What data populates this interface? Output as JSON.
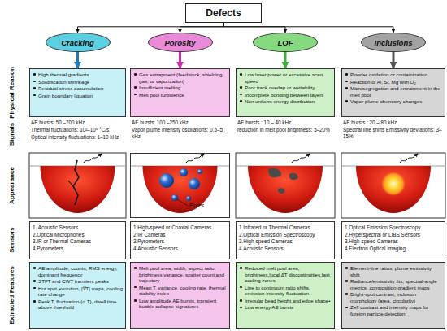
{
  "diagram": {
    "nodes": [
      {
        "text": [
          "Defects"
        ]
      },
      {
        "text": [
          "Cracking"
        ]
      },
      {
        "text": [
          "Porosity"
        ]
      },
      {
        "text": [
          "LOF"
        ]
      },
      {
        "text": [
          "Inclusions"
        ]
      },
      {
        "text": [
          "High thermal gradients",
          "Solidification shrinkage",
          "Residual stress accumulation",
          "Grain boundary liquation"
        ]
      },
      {
        "text": [
          "Gas entrapment (feedstock, shielding gas, or vaporization)",
          "Insufficient melting",
          "Melt pool turbulence"
        ]
      },
      {
        "text": [
          "Low laser power or excessive scan speed",
          "Poor track overlap or wettability",
          "Incomplete bonding between layers",
          "Non uniform energy distribution"
        ]
      },
      {
        "text": [
          "Powder oxidation or contamination",
          "Reaction of Al, Si, Mg with O₂",
          "Microsegregation and entrainment in the melt pool",
          "Vapor-plume chemistry changes"
        ]
      },
      {
        "text": [
          "Pores"
        ]
      },
      {
        "text": [
          "1. Acoustic Sensors",
          "2.Optical Microphones",
          "3.IR or Thermal Cameras",
          "4.Pyrometers"
        ]
      },
      {
        "text": [
          "1.High-speed or Coaxial Cameras",
          "2.IR Cameras",
          "3.Pyrometers",
          "4.Acoustic Sensors"
        ]
      },
      {
        "text": [
          "1.Infrared or Thermal Cameras",
          "2.Optical Emission Spectroscopy",
          "3.High-speed Cameras",
          "4.Acoustic Sensors"
        ]
      },
      {
        "text": [
          "1.Optical Emission Spectroscopy",
          "2.Hyperspectral or LIBS Sensors",
          "3.High-speed Cameras",
          "4.Electron Optical Imaging"
        ]
      },
      {
        "text": [
          "AE amplitude, counts, RMS energy, dominant frequency",
          "STFT and CWT transient peaks",
          "Hot spot evolution, |∇T| maps, cooling rate change",
          "Peak T, fluctuation (σ T), dwell time above threshold"
        ]
      },
      {
        "text": [
          "Melt pool area, width, aspect ratio, brightness variance, spatter count and trajectory",
          "Mean T, variance, cooling rate, thermal stability index",
          "Low amplitude AE bursts, transient bubble collapse signatures"
        ]
      },
      {
        "text": [
          "Reduced melt pool area, brightness,local ΔT discontinuities,fast cooling zones",
          "Line to continuum ratio shifts, emission-intensity fluctuation",
          "Irregular bead height and edge shape•",
          "Low energy AE bursts"
        ]
      },
      {
        "text": [
          "Element-line ratios, plume emissivity shift",
          "Radiance/emissivity fits, spectral-angle metrics, composition-gradient maps",
          "Bright-spot contrast, inclusion morphology (area, circularity)",
          "Zeff contrast and intensity maps for foreign particle detection"
        ]
      }
    ],
    "edges": [
      {
        "from": 0,
        "to": 1,
        "arrow": "to"
      },
      {
        "from": 0,
        "to": 2,
        "arrow": "to"
      },
      {
        "from": 0,
        "to": 3,
        "arrow": "to"
      },
      {
        "from": 0,
        "to": 4,
        "arrow": "to"
      },
      {
        "from": 1,
        "to": 5,
        "arrow": "to"
      },
      {
        "from": 2,
        "to": 6,
        "arrow": "to"
      },
      {
        "from": 3,
        "to": 7,
        "arrow": "to"
      },
      {
        "from": 4,
        "to": 8,
        "arrow": "to"
      }
    ],
    "labels": [
      "Physical Reason",
      "Signals",
      "Appearance",
      "Sensors",
      "Extracted Features",
      "AE bursts: 50 –700 kHz",
      "Thermal fluctuations: 10²–10⁵ °C/s",
      "Optical intensity fluctuations: 1–10 kHz",
      "AE bursts: 100 –250 kHz",
      "Vapor plume intensity oscillations: 0.5–5 kHz",
      "AE bursts : 10 – 40 kHz",
      "reduction in melt pool brightness: 5–20%",
      "AE bursts : 20 – 80 kHz",
      "Spectral line shifts Emissivity deviations: 3–15%"
    ]
  }
}
